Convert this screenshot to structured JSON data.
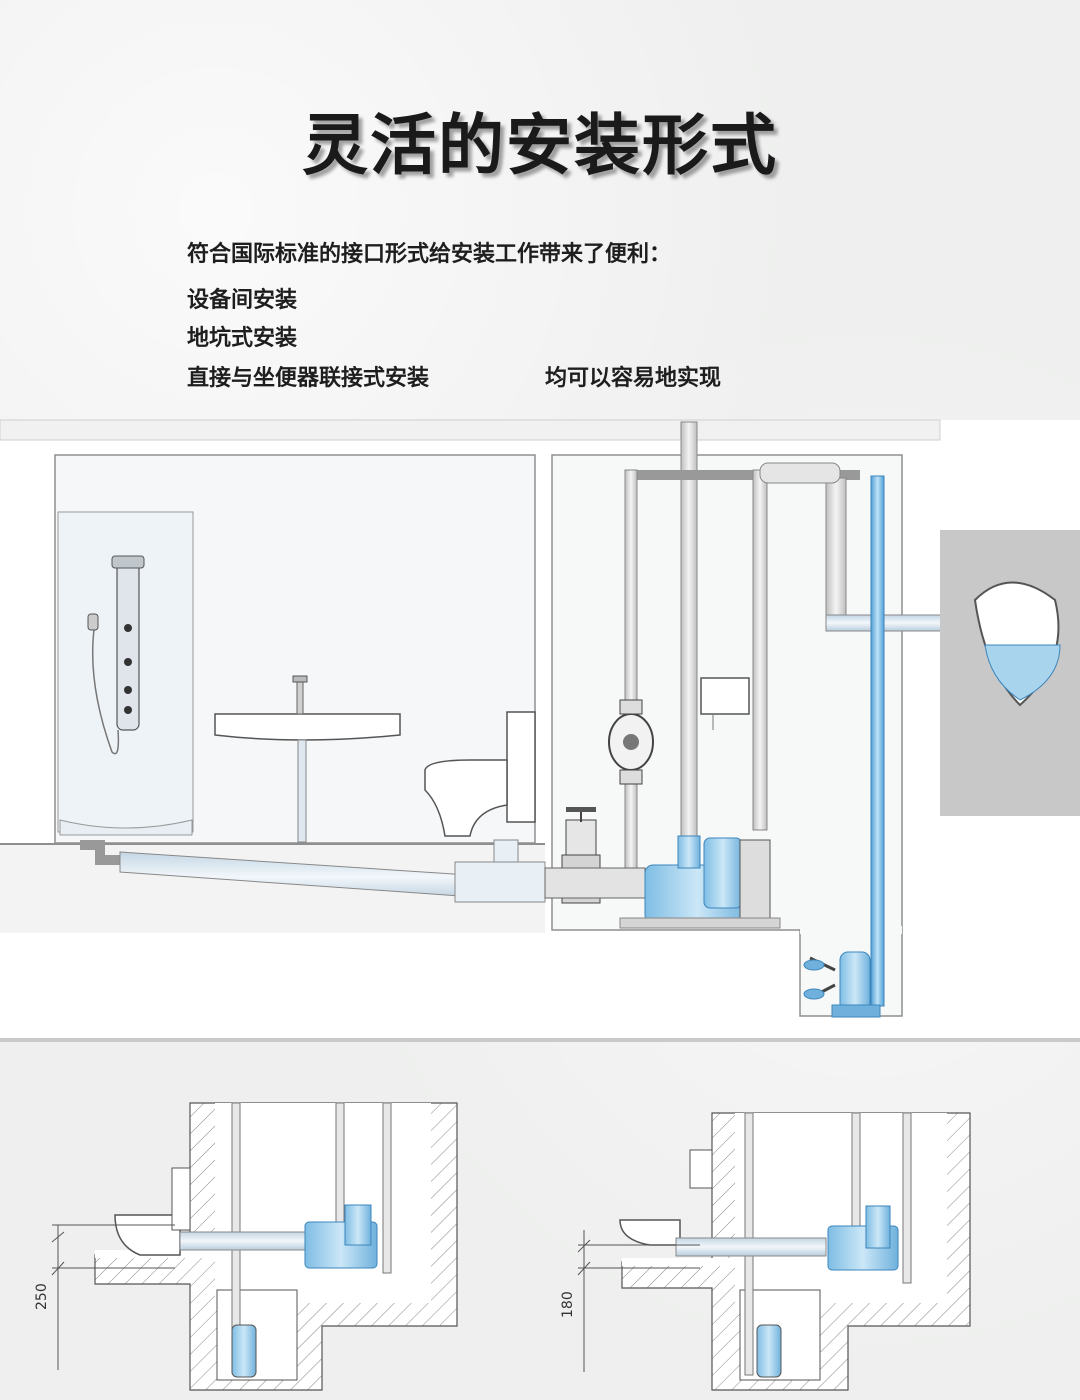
{
  "title": "灵活的安装形式",
  "description": {
    "intro": "符合国际标准的接口形式给安装工作带来了便利：",
    "item1": "设备间安装",
    "item2": "地坑式安装",
    "item3": "直接与坐便器联接式安装",
    "item3_suffix": "均可以容易地实现"
  },
  "dimensions": {
    "left_diagram": "250",
    "right_diagram": "180"
  },
  "colors": {
    "water_blue": "#8ec6e8",
    "pipe_blue": "#5aa6d8",
    "pump_blue": "#a9d4ee",
    "wall_gray": "#c8c8c8"
  }
}
